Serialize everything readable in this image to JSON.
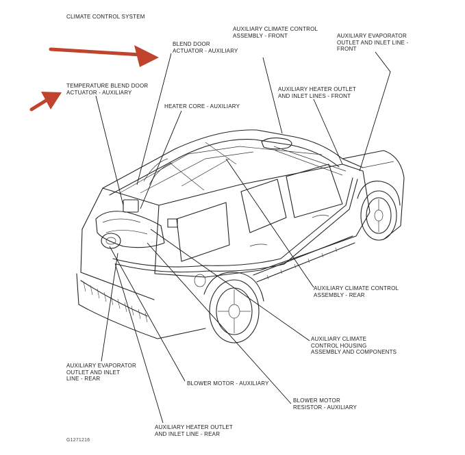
{
  "diagram": {
    "title": "CLIMATE CONTROL SYSTEM",
    "figure_code": "G1271216",
    "labels": {
      "blend_door_actuator": "BLEND DOOR\nACTUATOR - AUXILIARY",
      "aux_climate_front": "AUXILIARY CLIMATE CONTROL\nASSEMBLY - FRONT",
      "aux_evap_front": "AUXILIARY EVAPORATOR\nOUTLET AND INLET LINE -\nFRONT",
      "temp_blend_door": "TEMPERATURE BLEND DOOR\nACTUATOR - AUXILIARY",
      "aux_heater_front": "AUXILIARY HEATER OUTLET\nAND INLET LINES - FRONT",
      "heater_core": "HEATER CORE - AUXILIARY",
      "aux_climate_rear": "AUXILIARY CLIMATE CONTROL\nASSEMBLY - REAR",
      "aux_housing": "AUXILIARY CLIMATE\nCONTROL HOUSING\nASSEMBLY AND COMPONENTS",
      "aux_evap_rear": "AUXILIARY EVAPORATOR\nOUTLET AND INLET\nLINE - REAR",
      "blower_motor": "BLOWER MOTOR - AUXILIARY",
      "blower_resistor": "BLOWER MOTOR\nRESISTOR - AUXILIARY",
      "aux_heater_rear": "AUXILIARY HEATER OUTLET\nAND INLET LINE - REAR"
    },
    "annotation_color": "#c0432d"
  }
}
